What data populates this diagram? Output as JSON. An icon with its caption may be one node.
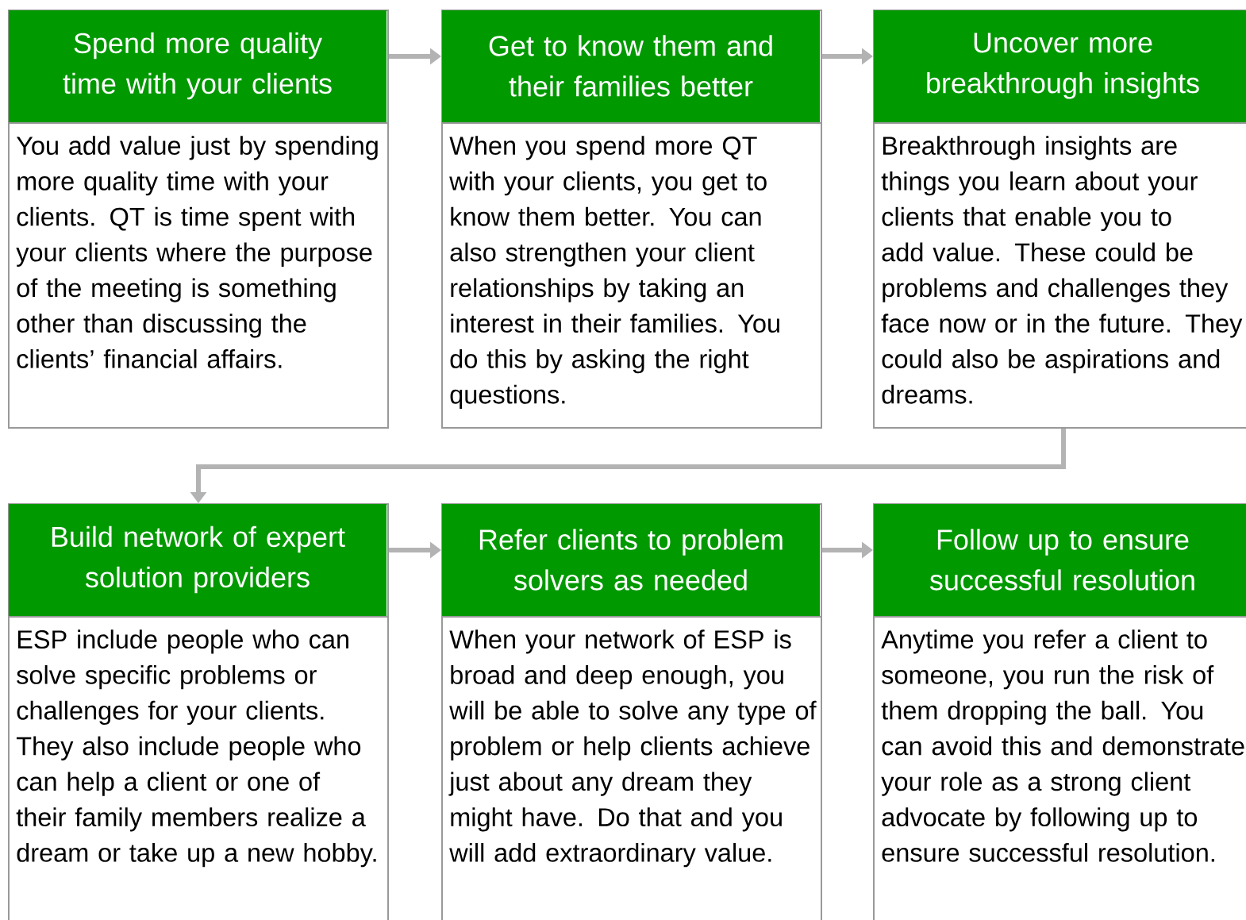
{
  "diagram": {
    "nodes": [
      {
        "text": [
          "Spend more quality time with your clients",
          "You add value just by spending more quality time with your clients.  QT is time spent with your clients where the purpose of the meeting is something other than discussing the clients’ financial affairs."
        ]
      },
      {
        "text": [
          "Get to know them and their families better",
          "When you spend more QT with your clients, you get to know them better.  You can also strengthen your client relationships by taking an interest in their families.  You do this by asking the right questions."
        ]
      },
      {
        "text": [
          "Uncover more breakthrough insights",
          "Breakthrough insights are things you learn about your clients that enable you to add value.  These could be problems and challenges they face now or in the future.  They could also be aspirations and dreams."
        ]
      },
      {
        "text": [
          "Build network of expert solution providers",
          "ESP include people who can solve specific problems or challenges for your clients.  They also include people who can help a client or one of their family members realize a dream or take up a new hobby."
        ]
      },
      {
        "text": [
          "Refer clients to problem solvers as needed",
          "When your network of ESP is broad and deep enough, you will be able to solve any type of problem or help clients achieve just about any dream they might have.  Do that and you will add extraordinary value."
        ]
      },
      {
        "text": [
          "Follow up to ensure successful resolution",
          "Anytime you refer a client to someone, you run the risk of them dropping the ball.  You can avoid this and demonstrate your role as a strong client advocate by following up to ensure successful resolution."
        ]
      }
    ],
    "edges": [
      {
        "from": 0,
        "to": 1,
        "arrow": "to"
      },
      {
        "from": 1,
        "to": 2,
        "arrow": "to"
      },
      {
        "from": 2,
        "to": 3,
        "arrow": "to"
      },
      {
        "from": 3,
        "to": 4,
        "arrow": "to"
      },
      {
        "from": 4,
        "to": 5,
        "arrow": "to"
      }
    ]
  }
}
